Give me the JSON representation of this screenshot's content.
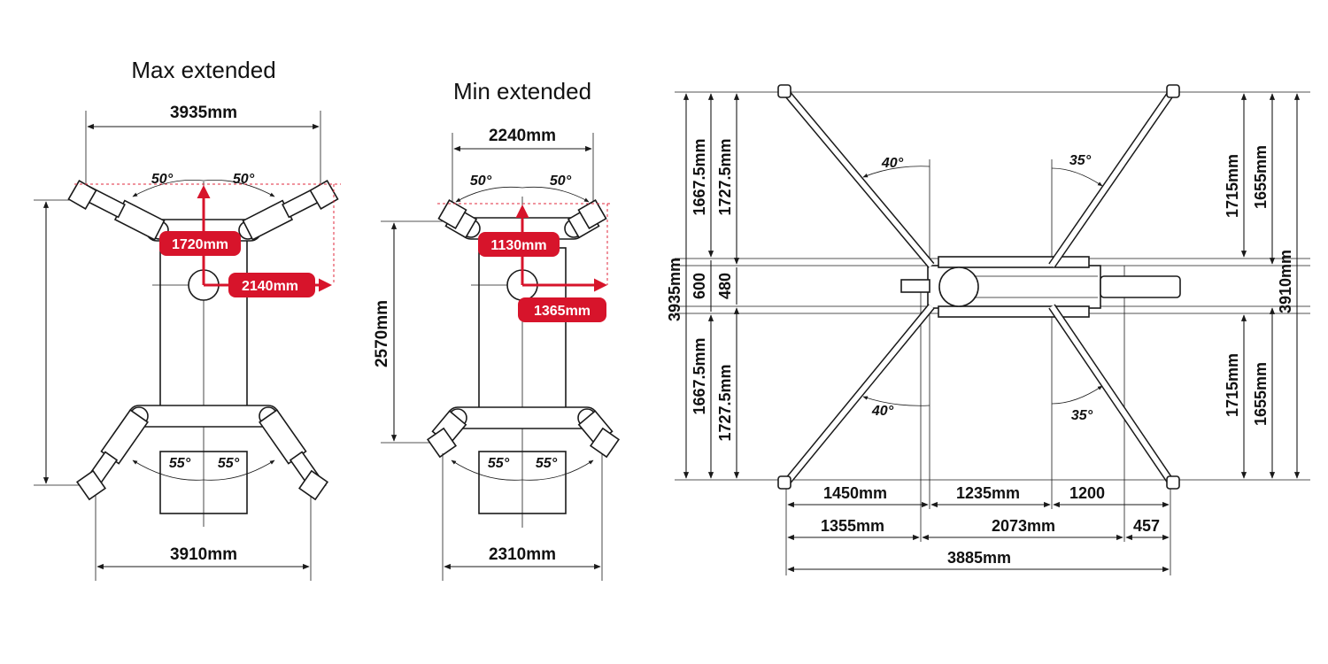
{
  "max": {
    "title": "Max extended",
    "top_width": "3935mm",
    "bottom_width": "3910mm",
    "angle_top_left": "50",
    "angle_top_right": "50",
    "angle_bottom_left": "55",
    "angle_bottom_right": "55",
    "red_vertical": "1720mm",
    "red_horizontal": "2140mm"
  },
  "min": {
    "title": "Min extended",
    "top_width": "2240mm",
    "bottom_width": "2310mm",
    "height": "2570mm",
    "angle_top_left": "50",
    "angle_top_right": "50",
    "angle_bottom_left": "55",
    "angle_bottom_right": "55",
    "red_vertical": "1130mm",
    "red_horizontal": "1365mm"
  },
  "side": {
    "left_total": "3935mm",
    "left_upper_1": "1667.5mm",
    "left_upper_2": "1727.5mm",
    "left_mid_1": "600",
    "left_mid_2": "480",
    "left_lower_1": "1667.5mm",
    "left_lower_2": "1727.5mm",
    "right_upper_1": "1715mm",
    "right_upper_2": "1655mm",
    "right_total": "3910mm",
    "right_lower_1": "1715mm",
    "right_lower_2": "1655mm",
    "angle_ul": "40",
    "angle_ll": "40",
    "angle_ur": "35",
    "angle_lr": "35",
    "bottom_row1": [
      "1450mm",
      "1235mm",
      "1200"
    ],
    "bottom_row2": [
      "1355mm",
      "2073mm",
      "457"
    ],
    "bottom_total": "3885mm"
  },
  "colors": {
    "accent": "#d7142b",
    "line": "#1a1a1a"
  }
}
